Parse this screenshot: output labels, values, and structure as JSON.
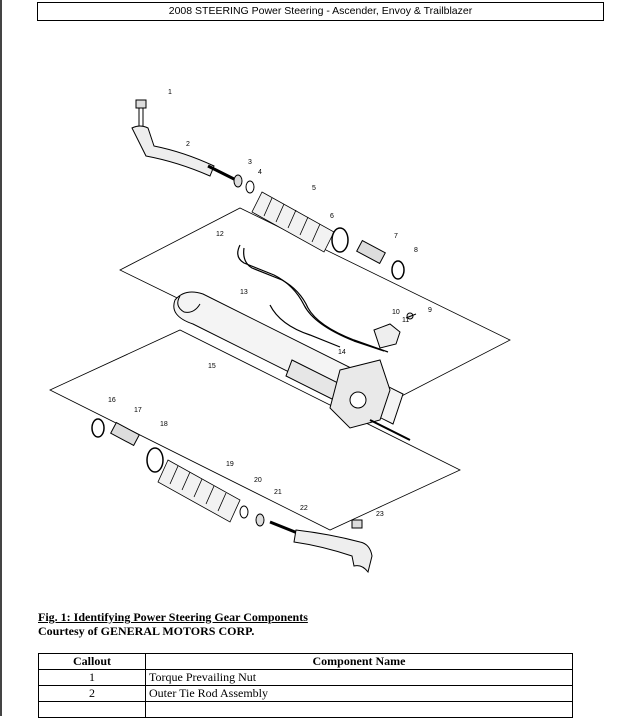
{
  "header": {
    "title": "2008 STEERING Power Steering - Ascender, Envoy & Trailblazer"
  },
  "figure": {
    "caption": "Fig. 1: Identifying Power Steering Gear Components",
    "credit": "Courtesy of GENERAL MOTORS CORP.",
    "callouts": [
      "1",
      "2",
      "3",
      "4",
      "5",
      "6",
      "7",
      "8",
      "9",
      "10",
      "11",
      "12",
      "13",
      "14",
      "15",
      "16",
      "17",
      "18",
      "19",
      "20",
      "21",
      "22",
      "23"
    ]
  },
  "table": {
    "headers": {
      "callout": "Callout",
      "name": "Component Name"
    },
    "rows": [
      {
        "callout": "1",
        "name": "Torque Prevailing Nut"
      },
      {
        "callout": "2",
        "name": "Outer Tie Rod Assembly"
      },
      {
        "callout": "",
        "name": ""
      }
    ]
  }
}
